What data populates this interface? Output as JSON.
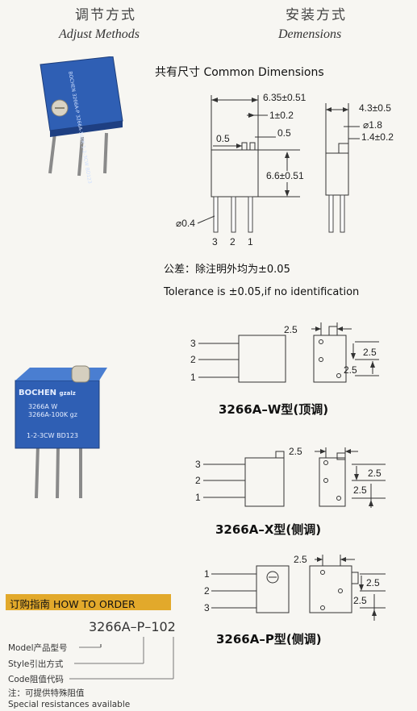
{
  "header": {
    "adjust_zh": "调节方式",
    "adjust_en": "Adjust Methods",
    "dim_zh": "安装方式",
    "dim_en": "Demensions"
  },
  "photo1": {
    "line1": "BOCHEN",
    "line2": "3266A-P",
    "line3": "3266A-500K",
    "line4": "1-2-3CW BD123"
  },
  "photo2": {
    "brand": "BOCHEN",
    "brand_suffix": "gzalz",
    "line1": "3266A W",
    "line2": "3266A-100K",
    "line2_suffix": "gz",
    "line3": "1-2-3CW BD123"
  },
  "common": {
    "title": "共有尺寸 Common Dimensions",
    "dim_width": "6.35±0.51",
    "dim_1": "1±0.2",
    "dim_05a": "0.5",
    "dim_05b": "0.5",
    "dim_height": "6.6±0.51",
    "dim_pin": "⌀0.4",
    "pins": [
      "3",
      "2",
      "1"
    ],
    "side_width": "4.3±0.5",
    "side_dia": "⌀1.8",
    "side_14": "1.4±0.2"
  },
  "tolerance": {
    "zh": "公差：除注明外均为±0.05",
    "en": "Tolerance is ±0.05,if no identification"
  },
  "models": [
    {
      "name": "3266A–W型(顶调)",
      "dim_a": "2.5",
      "dim_b": "2.5",
      "dim_c": "2.5",
      "pins": [
        "3",
        "2",
        "1"
      ]
    },
    {
      "name": "3266A–X型(侧调)",
      "dim_a": "2.5",
      "dim_b": "2.5",
      "dim_c": "2.5",
      "pins": [
        "3",
        "2",
        "1"
      ]
    },
    {
      "name": "3266A–P型(侧调)",
      "dim_a": "2.5",
      "dim_b": "2.5",
      "dim_c": "2.5",
      "pins": [
        "1",
        "2",
        "3"
      ]
    }
  ],
  "order": {
    "bar_label": "订购指南  HOW TO ORDER",
    "part_number": "3266A–P–102",
    "model_label": "Model产品型号",
    "style_label": "Style引出方式",
    "code_label": "Code阻值代码",
    "note_zh": "注：可提供特殊阻值",
    "note_en": "Special resistances available"
  },
  "colors": {
    "background": "#f7f6f2",
    "component_blue": "#2f5fb4",
    "order_bar": "#e2a92b"
  }
}
